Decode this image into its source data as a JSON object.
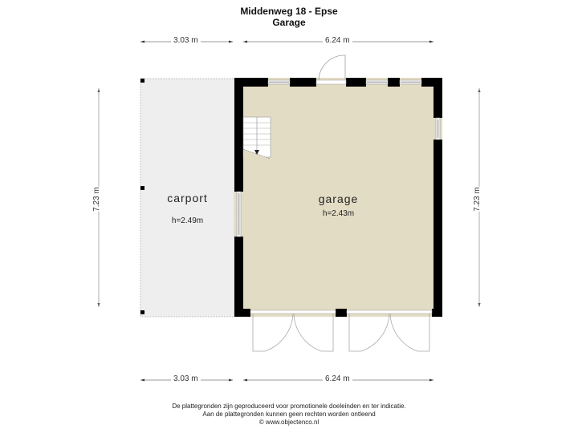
{
  "header": {
    "title": "Middenweg 18 - Epse",
    "subtitle": "Garage"
  },
  "dimensions": {
    "top_left": "3.03 m",
    "top_right": "6.24 m",
    "bottom_left": "3.03 m",
    "bottom_right": "6.24 m",
    "left_vertical": "7.23 m",
    "right_vertical": "7.23 m"
  },
  "rooms": [
    {
      "name": "carport",
      "height": "h=2.49m",
      "fill": "#eeeeee"
    },
    {
      "name": "garage",
      "height": "h=2.43m",
      "fill": "#e3dcc4"
    }
  ],
  "colors": {
    "wall": "#000000",
    "window": "#b8b8b8",
    "door_line": "#a0a0a0",
    "dimension_line": "#333333"
  },
  "footer": {
    "line1": "De plattegronden zijn geproduceerd voor promotionele doeleinden en ter indicatie.",
    "line2": "Aan de plattegronden kunnen geen rechten worden ontleend",
    "line3": "© www.objectenco.nl"
  }
}
